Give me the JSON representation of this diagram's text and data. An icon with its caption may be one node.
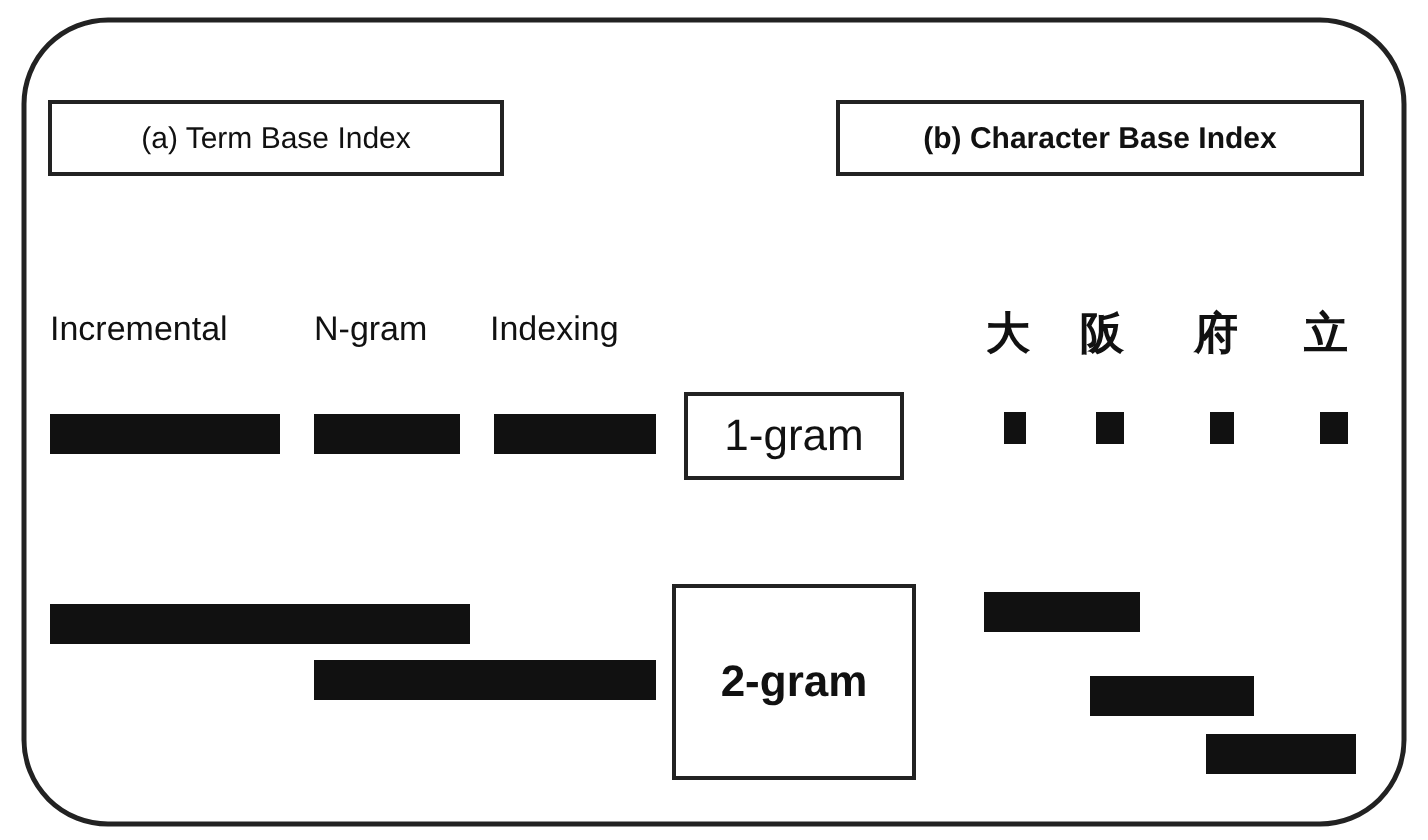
{
  "diagram": {
    "nodes": [
      {
        "text": [
          "(a) Term Base Index"
        ]
      },
      {
        "text": [
          "(b) Character Base Index"
        ]
      },
      {
        "text": [
          "1-gram"
        ]
      },
      {
        "text": [
          "2-gram"
        ]
      }
    ],
    "labels": [
      "Incremental",
      "N-gram",
      "Indexing",
      "大",
      "阪",
      "府",
      "立"
    ]
  }
}
